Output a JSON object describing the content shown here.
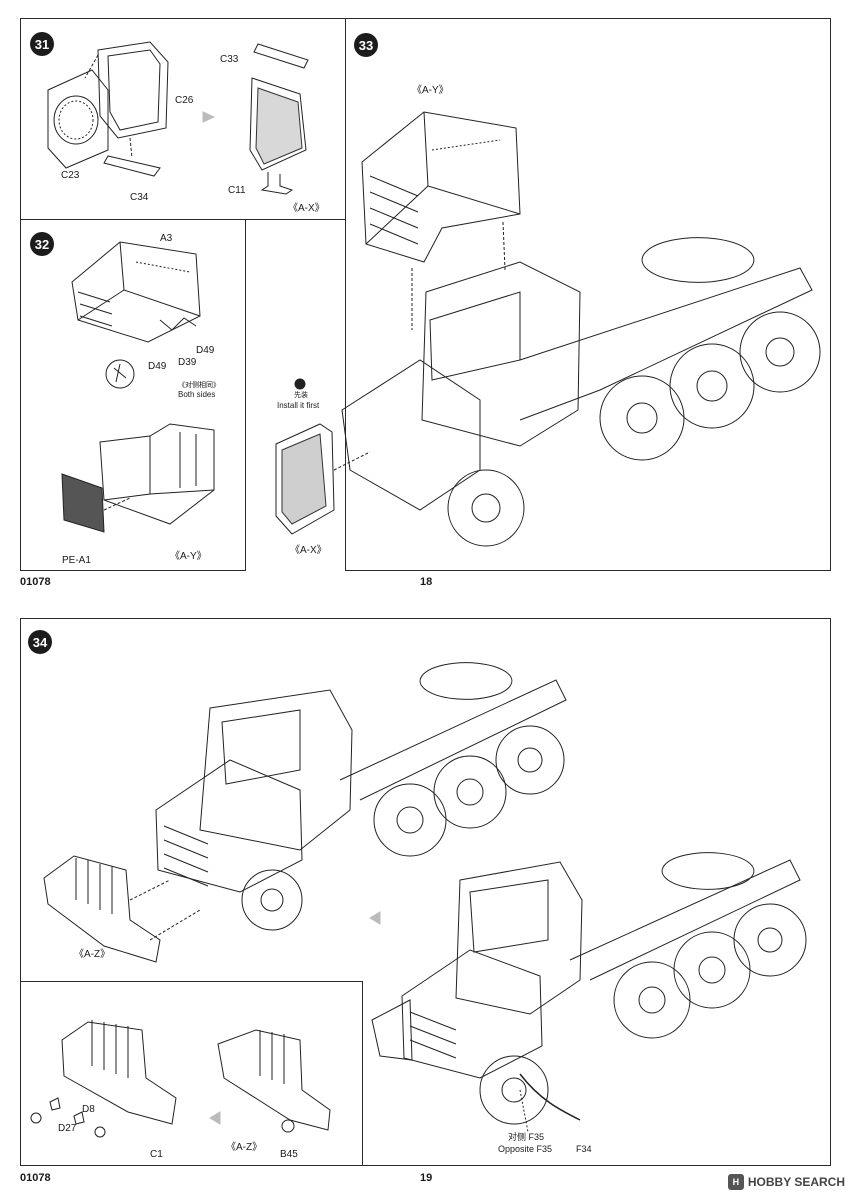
{
  "page_top": {
    "code": "01078",
    "page_number": "18",
    "steps": {
      "s31": {
        "number": "31",
        "labels": {
          "c26": "C26",
          "c23": "C23",
          "c34": "C34",
          "c33": "C33",
          "c11": "C11",
          "ax": "《A-X》"
        }
      },
      "s32": {
        "number": "32",
        "labels": {
          "a3": "A3",
          "d49a": "D49",
          "d39": "D39",
          "d49b": "D49",
          "note_cn": "《对侧相同》",
          "note_en": "Both sides",
          "pea1": "PE-A1",
          "ay": "《A-Y》"
        }
      },
      "s33": {
        "number": "33",
        "labels": {
          "ay": "《A-Y》",
          "first_cn": "先装",
          "first_en": "Install it first",
          "ax": "《A-X》"
        }
      }
    }
  },
  "page_bottom": {
    "code": "01078",
    "page_number": "19",
    "steps": {
      "s34": {
        "number": "34",
        "labels": {
          "az_top": "《A-Z》",
          "d8": "D8",
          "d27": "D27",
          "c1": "C1",
          "az_inset": "《A-Z》",
          "b45": "B45",
          "f35_cn": "对侧  F35",
          "f35_en": "Opposite F35",
          "f34": "F34"
        }
      }
    }
  },
  "watermark": {
    "logo": "H",
    "text": "HOBBY SEARCH"
  }
}
